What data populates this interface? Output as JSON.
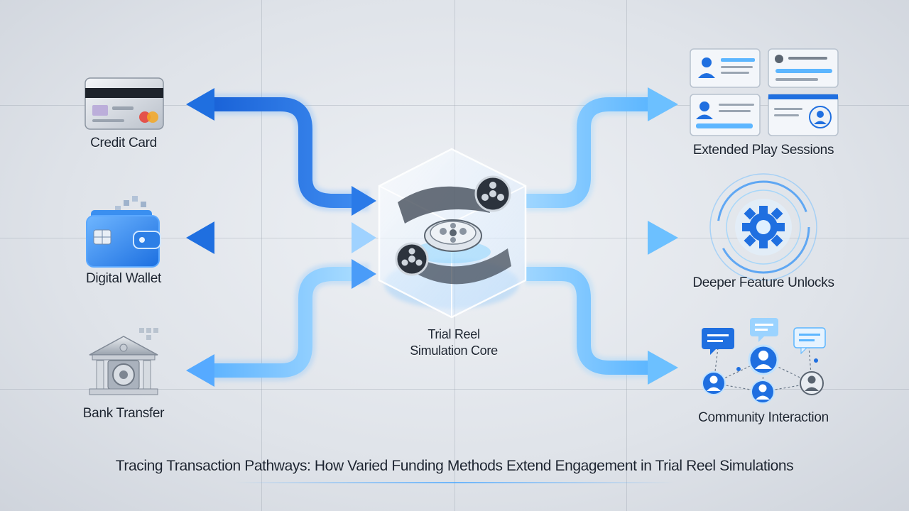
{
  "sources": [
    {
      "id": "credit-card",
      "label": "Credit Card",
      "icon": "credit-card-icon"
    },
    {
      "id": "digital-wallet",
      "label": "Digital Wallet",
      "icon": "wallet-icon"
    },
    {
      "id": "bank-transfer",
      "label": "Bank Transfer",
      "icon": "bank-icon"
    }
  ],
  "core": {
    "line1": "Trial Reel",
    "line2": "Simulation Core",
    "icon": "film-reel-cube-icon"
  },
  "outcomes": [
    {
      "id": "extended-play",
      "label": "Extended Play Sessions",
      "icon": "profile-cards-icon"
    },
    {
      "id": "feature-unlocks",
      "label": "Deeper Feature Unlocks",
      "icon": "gear-icon"
    },
    {
      "id": "community",
      "label": "Community Interaction",
      "icon": "community-network-icon"
    }
  ],
  "caption": "Tracing Transaction Pathways: How Varied Funding Methods Extend Engagement in Trial Reel Simulations",
  "colors": {
    "arrow_dark": "#1f6fe0",
    "arrow_light": "#7cc8ff",
    "text": "#1c2430"
  }
}
